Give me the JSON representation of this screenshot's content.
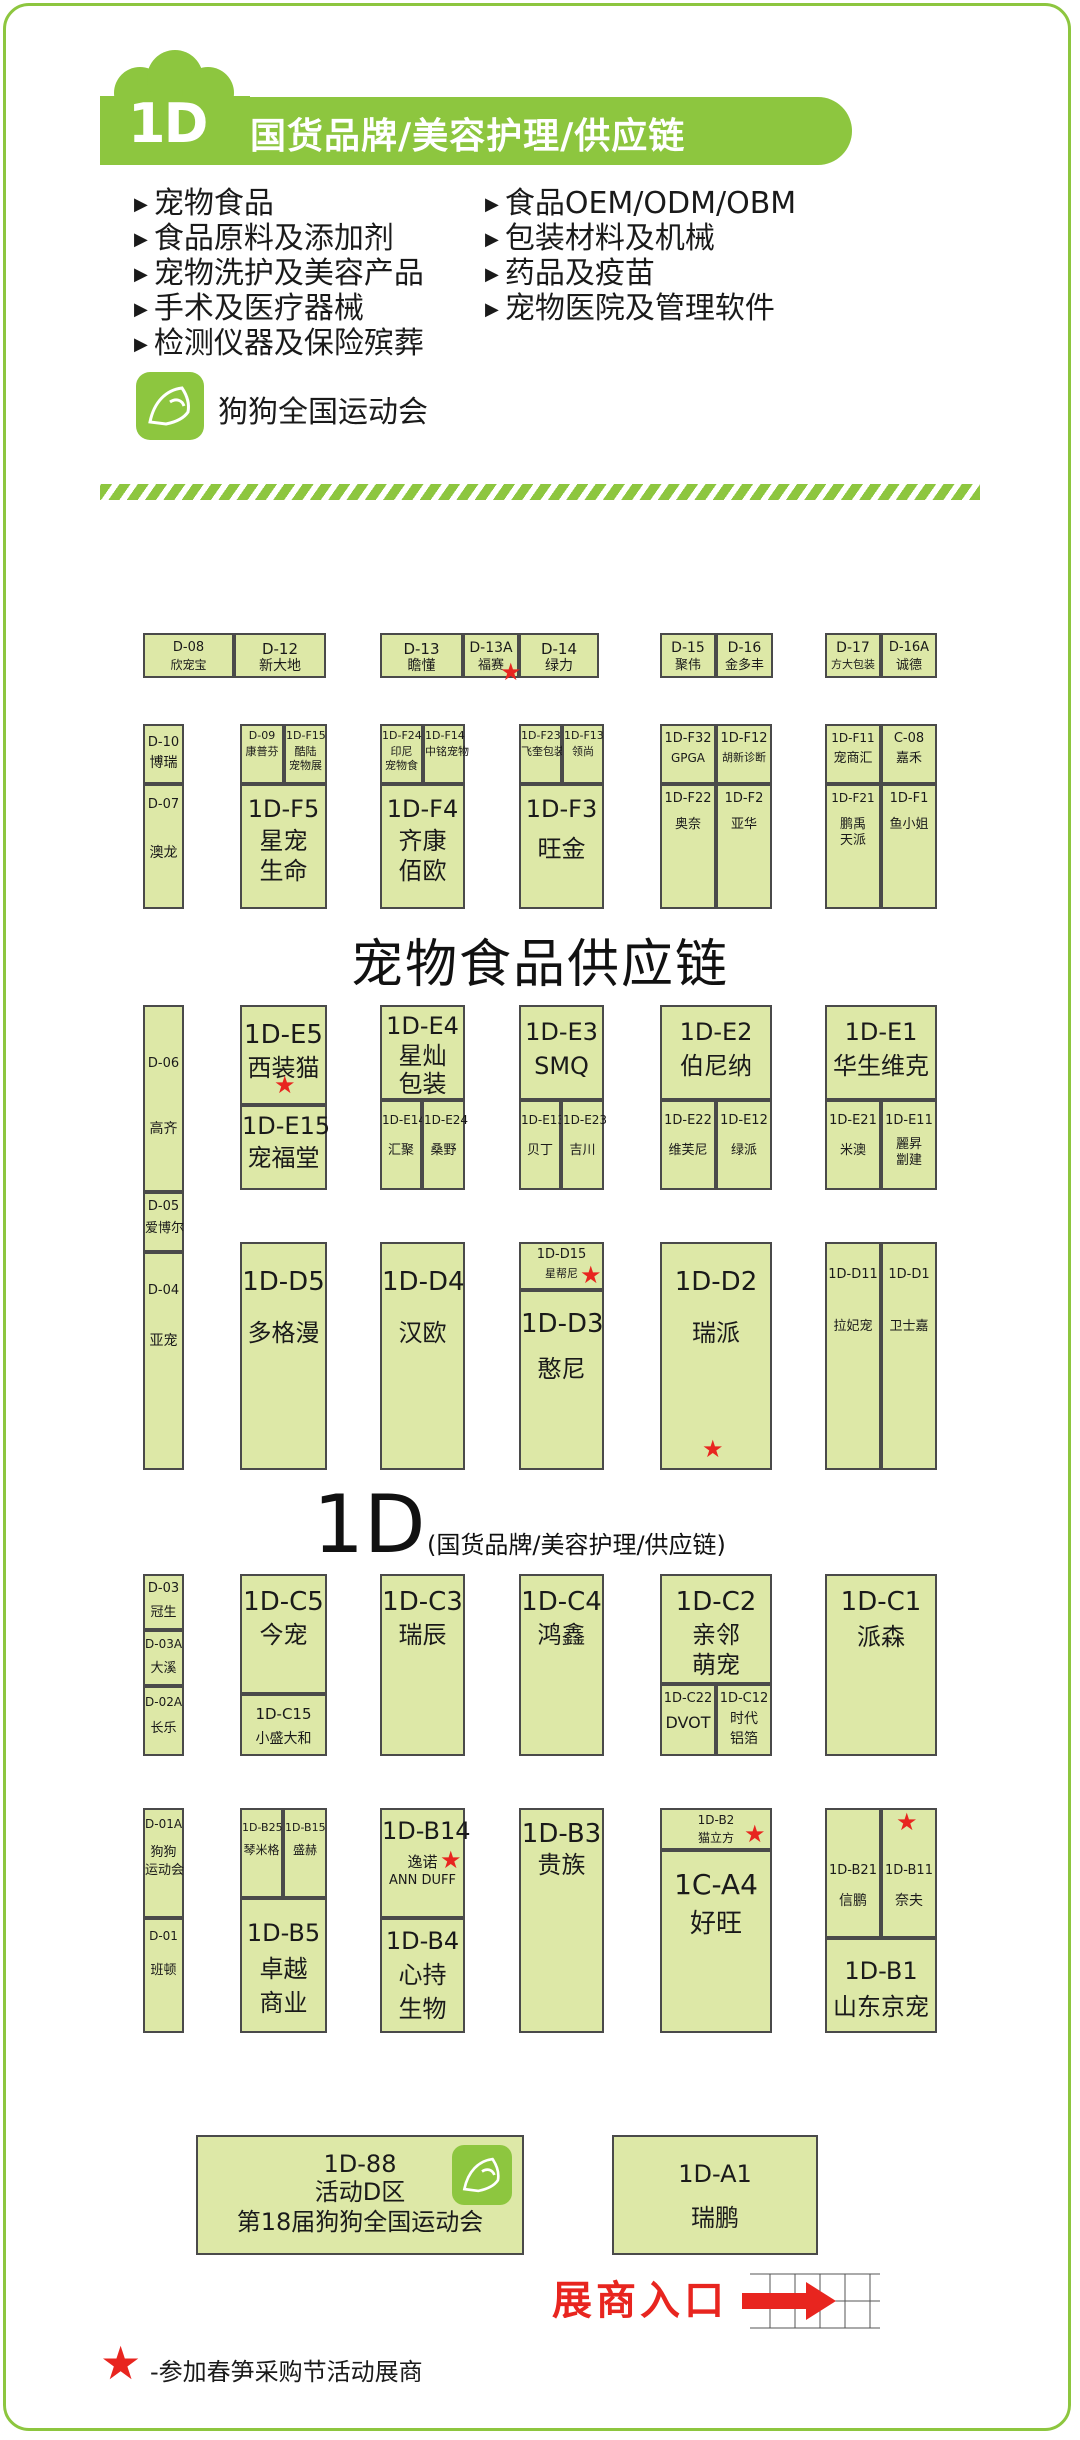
{
  "header": {
    "hall_code": "1D",
    "title": "国货品牌/美容护理/供应链"
  },
  "categories_left": [
    "宠物食品",
    "食品原料及添加剂",
    "宠物洗护及美容产品",
    "手术及医疗器械",
    "检测仪器及保险殡葬"
  ],
  "categories_right": [
    "食品OEM/ODM/OBM",
    "包装材料及机械",
    "药品及疫苗",
    "宠物医院及管理软件"
  ],
  "event_logo_text": "狗狗全国运动会",
  "section_title": "宠物食品供应链",
  "hall_label": {
    "code": "1D",
    "desc": "(国货品牌/美容护理/供应链)"
  },
  "entrance_label": "展商入口",
  "legend_text": "-参加春笋采购节活动展商",
  "colors": {
    "accent_green": "#8dc63f",
    "booth_fill": "#dde8a7",
    "star_red": "#e8251f",
    "entrance_red": "#e8251f"
  },
  "booths": [
    {
      "id": "b1",
      "lines": [
        "D-08",
        "欣宠宝"
      ]
    },
    {
      "id": "b2",
      "lines": [
        "D-12",
        "新大地"
      ]
    },
    {
      "id": "b3",
      "lines": [
        "D-13",
        "瞻懂"
      ]
    },
    {
      "id": "b4",
      "lines": [
        "D-13A",
        "福赛"
      ]
    },
    {
      "id": "b5",
      "lines": [
        "D-14",
        "绿力"
      ]
    },
    {
      "id": "b6",
      "lines": [
        "D-15",
        "聚伟"
      ]
    },
    {
      "id": "b7",
      "lines": [
        "D-16",
        "金多丰"
      ]
    },
    {
      "id": "b8",
      "lines": [
        "D-17",
        "方大包装"
      ]
    },
    {
      "id": "b9",
      "lines": [
        "D-16A",
        "诚德"
      ]
    },
    {
      "id": "b10",
      "lines": [
        "D-10",
        "博瑞"
      ]
    },
    {
      "id": "b11",
      "lines": [
        "D-07",
        "澳龙"
      ]
    },
    {
      "id": "b12",
      "lines": [
        "D-09",
        "康普芬"
      ]
    },
    {
      "id": "b13",
      "lines": [
        "1D-F15",
        "酷陆",
        "宠物展"
      ]
    },
    {
      "id": "b14",
      "lines": [
        "1D-F5",
        "星宠",
        "生命"
      ]
    },
    {
      "id": "b15",
      "lines": [
        "1D-F24",
        "印尼",
        "宠物食"
      ]
    },
    {
      "id": "b16",
      "lines": [
        "1D-F14",
        "中铭宠物"
      ]
    },
    {
      "id": "b17",
      "lines": [
        "1D-F4",
        "齐康",
        "佰欧"
      ]
    },
    {
      "id": "b18",
      "lines": [
        "1D-F23",
        "飞奎包装"
      ]
    },
    {
      "id": "b19",
      "lines": [
        "1D-F13",
        "领尚"
      ]
    },
    {
      "id": "b20",
      "lines": [
        "1D-F3",
        "旺金"
      ]
    },
    {
      "id": "b21",
      "lines": [
        "1D-F32",
        "GPGA"
      ]
    },
    {
      "id": "b22",
      "lines": [
        "1D-F12",
        "胡新诊断"
      ]
    },
    {
      "id": "b23",
      "lines": [
        "1D-F22",
        "奥奈"
      ]
    },
    {
      "id": "b24",
      "lines": [
        "1D-F2",
        "亚华"
      ]
    },
    {
      "id": "b25",
      "lines": [
        "1D-F11",
        "宠商汇"
      ]
    },
    {
      "id": "b26",
      "lines": [
        "C-08",
        "嘉禾"
      ]
    },
    {
      "id": "b27",
      "lines": [
        "1D-F21",
        "鹏禹",
        "天派"
      ]
    },
    {
      "id": "b28",
      "lines": [
        "1D-F1",
        "鱼小姐"
      ]
    },
    {
      "id": "b29",
      "lines": [
        "D-06",
        "高齐"
      ]
    },
    {
      "id": "b30",
      "lines": [
        "D-05",
        "爱博尔"
      ]
    },
    {
      "id": "b31",
      "lines": [
        "D-04",
        "亚宠"
      ]
    },
    {
      "id": "b32",
      "lines": [
        "1D-E5",
        "西装猫"
      ]
    },
    {
      "id": "b33",
      "lines": [
        "1D-E15",
        "宠福堂"
      ]
    },
    {
      "id": "b34",
      "lines": [
        "1D-E4",
        "星灿",
        "包装"
      ]
    },
    {
      "id": "b35",
      "lines": [
        "1D-E14",
        "汇聚"
      ]
    },
    {
      "id": "b36",
      "lines": [
        "1D-E24",
        "桑野"
      ]
    },
    {
      "id": "b37",
      "lines": [
        "1D-E3",
        "SMQ"
      ]
    },
    {
      "id": "b38",
      "lines": [
        "1D-E13",
        "贝丁"
      ]
    },
    {
      "id": "b39",
      "lines": [
        "1D-E23",
        "吉川"
      ]
    },
    {
      "id": "b40",
      "lines": [
        "1D-E2",
        "伯尼纳"
      ]
    },
    {
      "id": "b41",
      "lines": [
        "1D-E22",
        "维芙尼"
      ]
    },
    {
      "id": "b42",
      "lines": [
        "1D-E12",
        "绿派"
      ]
    },
    {
      "id": "b43",
      "lines": [
        "1D-E1",
        "华生维克"
      ]
    },
    {
      "id": "b44",
      "lines": [
        "1D-E21",
        "米澳"
      ]
    },
    {
      "id": "b45",
      "lines": [
        "1D-E11",
        "麗昇",
        "劏建"
      ]
    },
    {
      "id": "b46",
      "lines": [
        "1D-D5",
        "多格漫"
      ]
    },
    {
      "id": "b47",
      "lines": [
        "1D-D4",
        "汉欧"
      ]
    },
    {
      "id": "b48",
      "lines": [
        "1D-D15",
        "星帮尼"
      ]
    },
    {
      "id": "b49",
      "lines": [
        "1D-D3",
        "憨尼"
      ]
    },
    {
      "id": "b50",
      "lines": [
        "1D-D2",
        "瑞派"
      ]
    },
    {
      "id": "b51",
      "lines": [
        "1D-D11",
        "拉妃宠"
      ]
    },
    {
      "id": "b52",
      "lines": [
        "1D-D1",
        "卫士嘉"
      ]
    },
    {
      "id": "b53",
      "lines": [
        "D-03",
        "冠生"
      ]
    },
    {
      "id": "b54",
      "lines": [
        "D-03A",
        "大溪"
      ]
    },
    {
      "id": "b55",
      "lines": [
        "D-02A",
        "长乐"
      ]
    },
    {
      "id": "b56",
      "lines": [
        "1D-C5",
        "今宠"
      ]
    },
    {
      "id": "b57",
      "lines": [
        "1D-C15",
        "小盛大和"
      ]
    },
    {
      "id": "b58",
      "lines": [
        "1D-C3",
        "瑞辰"
      ]
    },
    {
      "id": "b59",
      "lines": [
        "1D-C4",
        "鸿鑫"
      ]
    },
    {
      "id": "b60",
      "lines": [
        "1D-C2",
        "亲邻",
        "萌宠"
      ]
    },
    {
      "id": "b61",
      "lines": [
        "1D-C22",
        "DVOT"
      ]
    },
    {
      "id": "b62",
      "lines": [
        "1D-C12",
        "时代",
        "铝箔"
      ]
    },
    {
      "id": "b63",
      "lines": [
        "1D-C1",
        "派森"
      ]
    },
    {
      "id": "b64",
      "lines": [
        "D-01A",
        "狗狗",
        "运动会"
      ]
    },
    {
      "id": "b65",
      "lines": [
        "D-01",
        "班顿"
      ]
    },
    {
      "id": "b66",
      "lines": [
        "1D-B25",
        "琴米格"
      ]
    },
    {
      "id": "b67",
      "lines": [
        "1D-B15",
        "盛赫"
      ]
    },
    {
      "id": "b68",
      "lines": [
        "1D-B5",
        "卓越",
        "商业"
      ]
    },
    {
      "id": "b69",
      "lines": [
        "1D-B14",
        "逸诺",
        "ANN DUFF"
      ]
    },
    {
      "id": "b70",
      "lines": [
        "1D-B4",
        "心持",
        "生物"
      ]
    },
    {
      "id": "b71",
      "lines": [
        "1D-B3",
        "贵族"
      ]
    },
    {
      "id": "b72",
      "lines": [
        "1D-B2",
        "猫立方"
      ]
    },
    {
      "id": "b73",
      "lines": [
        "1C-A4",
        "好旺"
      ]
    },
    {
      "id": "b74",
      "lines": [
        "1D-B21",
        "信鹏"
      ]
    },
    {
      "id": "b75",
      "lines": [
        "1D-B11",
        "奈夫"
      ]
    },
    {
      "id": "b76",
      "lines": [
        "1D-B1",
        "山东京宠"
      ]
    },
    {
      "id": "b77",
      "lines": [
        "1D-88",
        "活动D区",
        "第18届狗狗全国运动会"
      ]
    },
    {
      "id": "b78",
      "lines": [
        "1D-A1",
        "瑞鹏"
      ]
    }
  ]
}
